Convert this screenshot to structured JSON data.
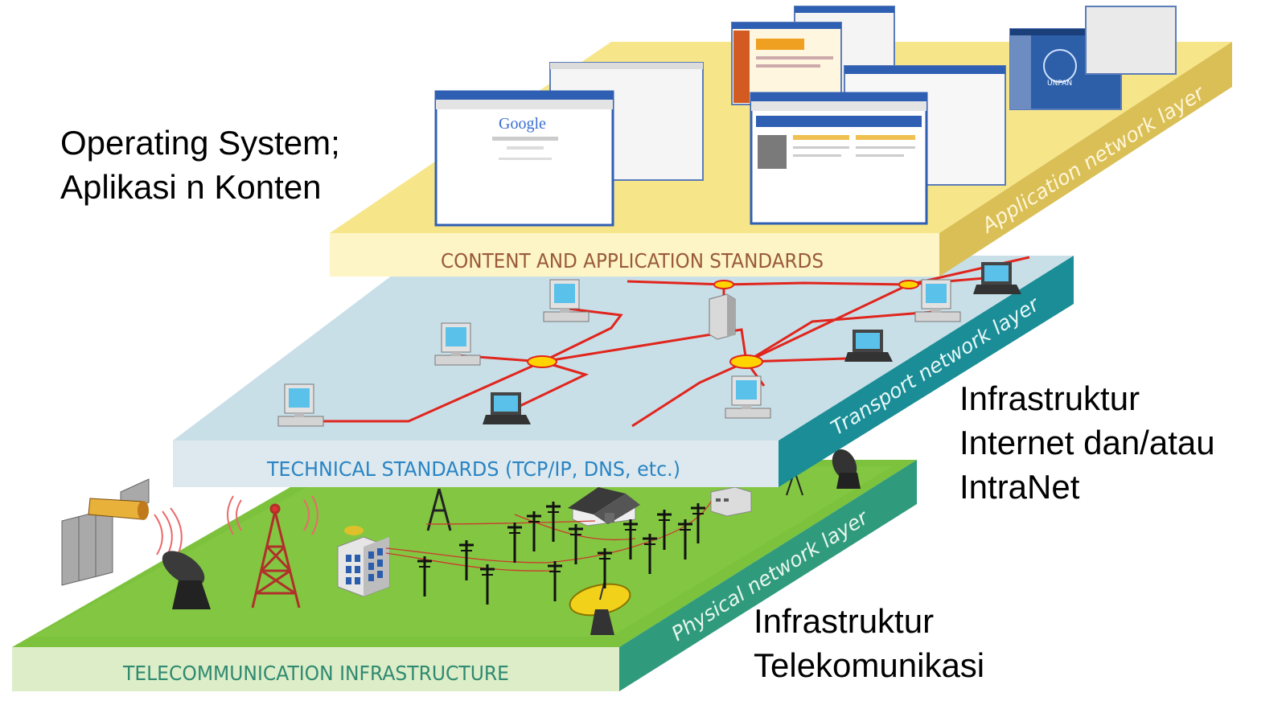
{
  "layers": {
    "application": {
      "title": "CONTENT AND APPLICATION STANDARDS",
      "side_label": "Application network layer",
      "top_color": "#f7e58a",
      "front_color": "#fdf5c6",
      "side_color": "#d9bf55",
      "title_color": "#9a5a3a"
    },
    "transport": {
      "title": "TECHNICAL STANDARDS (TCP/IP, DNS, etc.)",
      "side_label": "Transport network layer",
      "top_color": "#c9dfe8",
      "front_color": "#dde9ee",
      "side_color": "#1a8d96",
      "title_color": "#2a84c4"
    },
    "physical": {
      "title": "TELECOMMUNICATION INFRASTRUCTURE",
      "side_label": "Physical network layer",
      "top_color": "#79c23a",
      "front_color": "#dcecc6",
      "side_color": "#2f9a7c",
      "title_color": "#2f8a70"
    }
  },
  "browser_windows": {
    "google_logo": "Google",
    "un_logo": "UNPAN"
  },
  "annotations": {
    "os_line1": "Operating System;",
    "os_line2": "Aplikasi n Konten",
    "internet_line1": "Infrastruktur",
    "internet_line2": "Internet  dan/atau",
    "internet_line3": "IntraNet",
    "telecom_line1": "Infrastruktur",
    "telecom_line2": "Telekomunikasi"
  },
  "colors": {
    "network_links": "#e0251d",
    "network_nodes": "#ffd400"
  }
}
